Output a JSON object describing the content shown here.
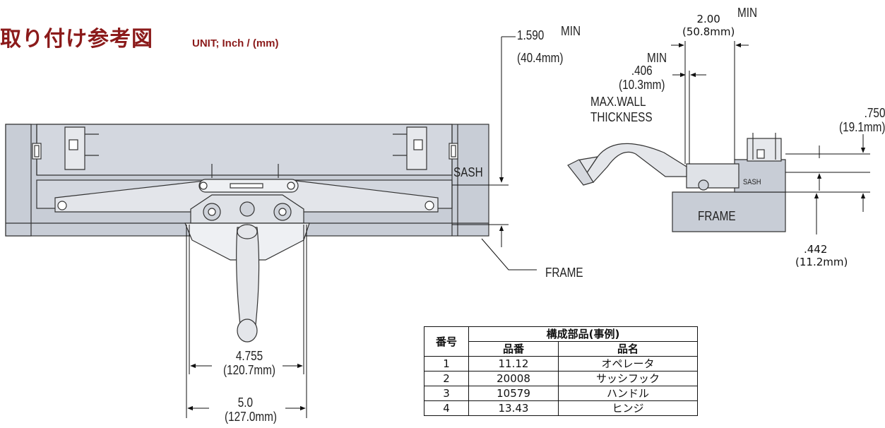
{
  "header": {
    "title": "取り付け参考図",
    "unit": "UNIT; Inch / (mm)"
  },
  "front_view": {
    "sash_label": "SASH",
    "frame_label": "FRAME",
    "dim_1590": {
      "inch": "1.590",
      "mm": "(40.4mm)",
      "min": "MIN"
    },
    "dim_4755": {
      "inch": "4.755",
      "mm": "(120.7mm)"
    },
    "dim_50": {
      "inch": "5.0",
      "mm": "(127.0mm)"
    }
  },
  "side_view": {
    "frame_label": "FRAME",
    "sash_label": "SASH",
    "dim_200": {
      "inch": "2.00",
      "mm": "(50.8mm)",
      "min": "MIN"
    },
    "dim_406": {
      "inch": ".406",
      "mm": "(10.3mm)",
      "min": "MIN",
      "note1": "MAX.WALL",
      "note2": "THICKNESS"
    },
    "dim_750": {
      "inch": ".750",
      "mm": "(19.1mm)"
    },
    "dim_442": {
      "inch": ".442",
      "mm": "(11.2mm)"
    }
  },
  "parts_table": {
    "col_number": "番号",
    "group_header": "構成部品(事例)",
    "col_part_no": "品番",
    "col_part_name": "品名",
    "rows": [
      {
        "no": "1",
        "part_no": "11.12",
        "name": "オペレータ"
      },
      {
        "no": "2",
        "part_no": "20008",
        "name": "サッシフック"
      },
      {
        "no": "3",
        "part_no": "10579",
        "name": "ハンドル"
      },
      {
        "no": "4",
        "part_no": "13.43",
        "name": "ヒンジ"
      }
    ]
  }
}
